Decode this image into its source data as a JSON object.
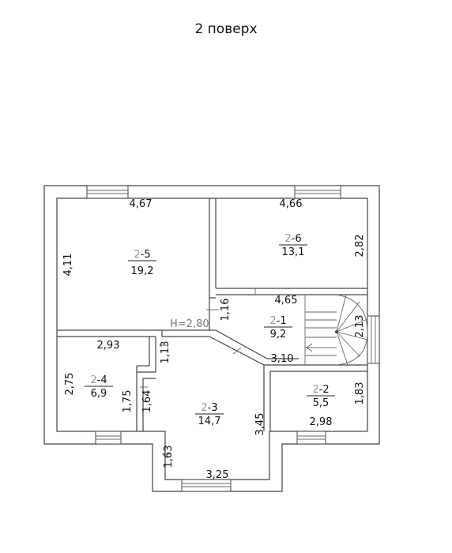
{
  "title": "2 поверх",
  "rooms": [
    {
      "prefix": "2",
      "suffix": "-5",
      "area": "19,2"
    },
    {
      "prefix": "2",
      "suffix": "-6",
      "area": "13,1"
    },
    {
      "prefix": "2",
      "suffix": "-1",
      "area": "9,2"
    },
    {
      "prefix": "2",
      "suffix": "-4",
      "area": "6,9"
    },
    {
      "prefix": "2",
      "suffix": "-3",
      "area": "14,7"
    },
    {
      "prefix": "2",
      "suffix": "-2",
      "area": "5,5"
    }
  ],
  "dimensions": [
    "4,67",
    "4,66",
    "4,11",
    "2,82",
    "4,65",
    "1,16",
    "2,13",
    "2,93",
    "1,13",
    "3,10",
    "2,75",
    "1,75",
    "1,64",
    "3,45",
    "1,83",
    "2,98",
    "1,63",
    "3,25"
  ],
  "height_label": "H=2,80"
}
